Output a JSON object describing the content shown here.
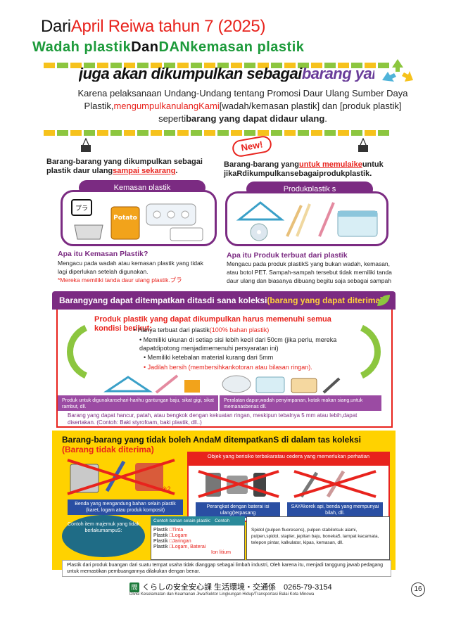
{
  "header": {
    "line1_prefix": "Dari",
    "line1_date": "April Reiwa tahun 7 (2025)",
    "line2_part1": "Wadah plastik",
    "line2_part2": "Dan",
    "line2_part3": "DANkemasan plastik",
    "line3_part1": "juga akan dikumpulkan sebagai",
    "line3_highlight": "barang yang",
    "intro_1": "Karena pelaksanaan Undang-Undang tentang Promosi Daur Ulang Sumber Daya Plastik,",
    "intro_red": "mengumpulkanulangKami",
    "intro_2": "[wadah/kemasan plastik] dan [produk plastik] seperti",
    "intro_bold": "barang yang dapat didaur ulang",
    "intro_end": "."
  },
  "left_box": {
    "title_1": "Barang-barang yang dikumpulkan sebagai plastik daur ulang",
    "title_red": "sampai sekarang",
    "title_end": ".",
    "pill": "Kemasan plastik",
    "pura_mark": "プラ",
    "potato_label": "Potato",
    "sub": "Apa itu Kemasan Plastik?",
    "body": "Mengacu pada wadah atau kemasan plastik yang tidak lagi diperlukan setelah digunakan.",
    "body_red": "*Mereka memiliki tanda daur ulang plastik.プラ"
  },
  "right_box": {
    "new_badge": "New!",
    "title_1": "Barang-barang yang",
    "title_red": "untuk memulaike",
    "title_2": "untuk jikaRdikumpulkansebagaiprodukplastik.",
    "pill": "Produkplastik s",
    "sub": "Apa itu Produk terbuat dari plastik",
    "body": "Mengacu pada produk plastikS yang bukan wadah, kemasan, atau botol PET. Sampah-sampah tersebut tidak memiliki tanda daur ulang dan biasanya dibuang begitu saja sebagai sampah"
  },
  "accepted": {
    "bar_1": "Barangyang dapat ditempatkan ditasdi sana koleksi",
    "bar_yellow": "(barang yang dapat diterima)",
    "cond_title": "Produk plastik yang dapat dikumpulkan harus memenuhi semua kondisi berikut:",
    "cond_1": "• Hanya terbuat dari plastik",
    "cond_1_red": "(100% bahan plastik)",
    "cond_2": "• Memiliki ukuran di setiap sisi lebih kecil dari 50cm (jika perlu, mereka dapatdipotong menjadimemenuhi persyaratan ini)",
    "cond_3": "• Memiliki ketebalan material kurang dari 5mm",
    "cond_4": "• Jadilah bersih (membersihkankotoran atau bilasan ringan).",
    "strip_left": "Produk untuk digunakansehari-harihu gantungan baju, sikat gigi, sikat rambut, dll.",
    "strip_right": "Peralatan dapur,wadah penyimpanan, kotak makan siang,untuk memanasbenas dll.",
    "note": "Barang yang dapat hancur, patah, atau bengkok dengan kekuatan ringan, meskipun tebalnya 5 mm atau lebih,dapat disertakan. (Contoh: Baki styrofoam, baki plastik, dll..)"
  },
  "rejected": {
    "title_1": "Barang-barang yang tidak boleh AndaM ditempatkanS di dalam tas koleksi",
    "title_red": "(Barang tidak diterima)",
    "red_head": "Objek yang berisiko terbakaratau cedera yang memerlukan perhatian",
    "mark_2": "※2",
    "btn_left": "Benda yang mengandung bahan selain plastik (karet, logam atau produk komposit)",
    "btn_mid": "Perangkat dengan baterai isi ulang(terpasang",
    "btn_right": "SAYAkorek api, benda yang mempunyai bilah, dll.",
    "teal": "Contoh item majemuk yang tidak berlakumampuS:",
    "tbl_head_1": "Contoh bahan selain plastik:",
    "tbl_head_2": "Contoh barang:",
    "rows": [
      {
        "k": "Plastik",
        "v": "□Tinta"
      },
      {
        "k": "Plastik",
        "v": "□Logam"
      },
      {
        "k": "Plastik",
        "v": "□Jaringan"
      },
      {
        "k": "Plastik",
        "v": "□Logam, Baterai"
      }
    ],
    "row_last": "Ion litium",
    "right_text": "Spidol (pulpen fluoresens), pulpen stabilotsuk alami, pulpen,spidol, stapler, jepitan baju, boneka5, lampat kacamata, telepon pintar, kalkulator, kipas, kemasan, dll.",
    "bottom": "Plastik dari produk buangan dari suatu tempat usaha tidak dianggap sebagai limbah industri, Oleh karena itu, menjadi tanggung jawab pedagang untuk memastikan pembuangannya dilakukan dengan benar."
  },
  "footer": {
    "icon": "問",
    "text": "くらしの安全安心課 生活環境・交通係　0265-79-3154",
    "sub": "Divisi Keselamatan dan Keamanan Jiwa/Sektor Lingkungan Hidup/Transportasi Balai Kota Minowa",
    "page": "16"
  }
}
